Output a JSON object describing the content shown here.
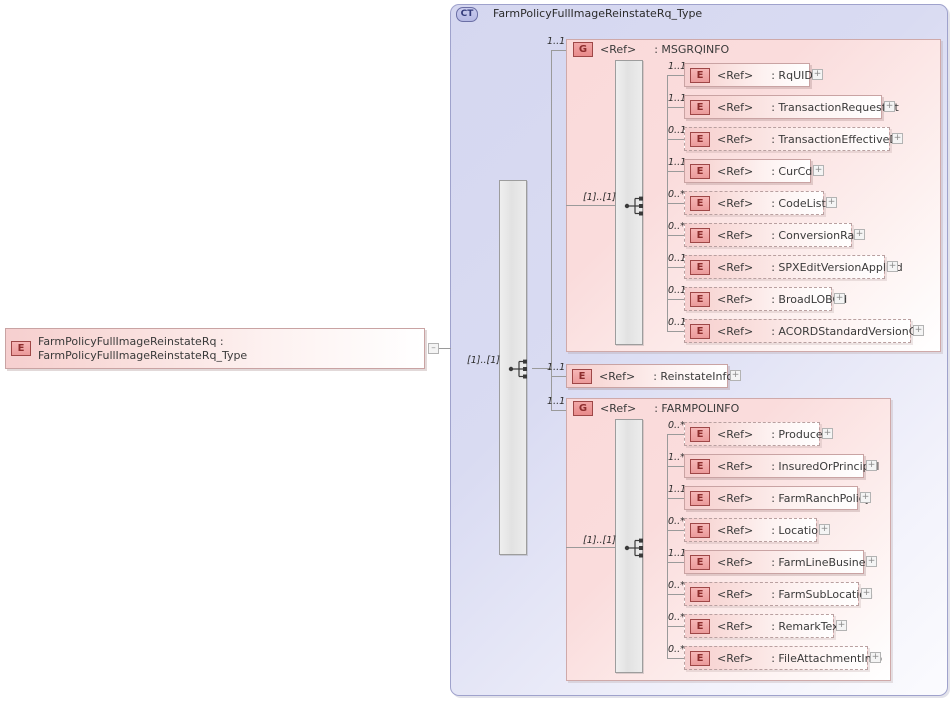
{
  "diagram": {
    "kind": "xsd-schema-diagram",
    "root_element": {
      "icon": "E",
      "label": "FarmPolicyFullImageReinstateRq : FarmPolicyFullImageReinstateRq_Type",
      "toggle": "minus"
    },
    "complex_type": {
      "icon": "CT",
      "label": "FarmPolicyFullImageReinstateRq_Type",
      "cardinality": "[1]..[1]"
    },
    "children": [
      {
        "icon": "G",
        "ref": "<Ref>",
        "name": ": MSGRQINFO",
        "cardinality": "1..1",
        "inner_cardinality": "[1]..[1]",
        "items": [
          {
            "icon": "E",
            "ref": "<Ref>",
            "name": ": RqUID",
            "cardinality": "1..1",
            "optional": false
          },
          {
            "icon": "E",
            "ref": "<Ref>",
            "name": ": TransactionRequestDt",
            "cardinality": "1..1",
            "optional": false
          },
          {
            "icon": "E",
            "ref": "<Ref>",
            "name": ": TransactionEffectiveDt",
            "cardinality": "0..1",
            "optional": true
          },
          {
            "icon": "E",
            "ref": "<Ref>",
            "name": ": CurCd",
            "cardinality": "1..1",
            "optional": false
          },
          {
            "icon": "E",
            "ref": "<Ref>",
            "name": ": CodeList",
            "cardinality": "0..*",
            "optional": true
          },
          {
            "icon": "E",
            "ref": "<Ref>",
            "name": ": ConversionRate",
            "cardinality": "0..*",
            "optional": true
          },
          {
            "icon": "E",
            "ref": "<Ref>",
            "name": ": SPXEditVersionApplied",
            "cardinality": "0..1",
            "optional": true
          },
          {
            "icon": "E",
            "ref": "<Ref>",
            "name": ": BroadLOBCd",
            "cardinality": "0..1",
            "optional": true
          },
          {
            "icon": "E",
            "ref": "<Ref>",
            "name": ": ACORDStandardVersionCd",
            "cardinality": "0..1",
            "optional": true
          }
        ]
      },
      {
        "icon": "E",
        "ref": "<Ref>",
        "name": ": ReinstateInfo",
        "cardinality": "1..1",
        "optional": false,
        "items": []
      },
      {
        "icon": "G",
        "ref": "<Ref>",
        "name": ": FARMPOLINFO",
        "cardinality": "1..1",
        "inner_cardinality": "[1]..[1]",
        "items": [
          {
            "icon": "E",
            "ref": "<Ref>",
            "name": ": Producer",
            "cardinality": "0..*",
            "optional": true
          },
          {
            "icon": "E",
            "ref": "<Ref>",
            "name": ": InsuredOrPrincipal",
            "cardinality": "1..*",
            "optional": false
          },
          {
            "icon": "E",
            "ref": "<Ref>",
            "name": ": FarmRanchPolicy",
            "cardinality": "1..1",
            "optional": false
          },
          {
            "icon": "E",
            "ref": "<Ref>",
            "name": ": Location",
            "cardinality": "0..*",
            "optional": true
          },
          {
            "icon": "E",
            "ref": "<Ref>",
            "name": ": FarmLineBusiness",
            "cardinality": "1..1",
            "optional": false
          },
          {
            "icon": "E",
            "ref": "<Ref>",
            "name": ": FarmSubLocation",
            "cardinality": "0..*",
            "optional": true
          },
          {
            "icon": "E",
            "ref": "<Ref>",
            "name": ": RemarkText",
            "cardinality": "0..*",
            "optional": true
          },
          {
            "icon": "E",
            "ref": "<Ref>",
            "name": ": FileAttachmentInfo",
            "cardinality": "0..*",
            "optional": true
          }
        ]
      }
    ],
    "colors": {
      "element_border": "#c9a3a3",
      "element_fill_start": "#f6cfcf",
      "group_fill": "#fadada",
      "complextype_fill": "#d5d7f0",
      "line": "#9a9a9a",
      "badge_text": "#8d2d2d"
    }
  }
}
